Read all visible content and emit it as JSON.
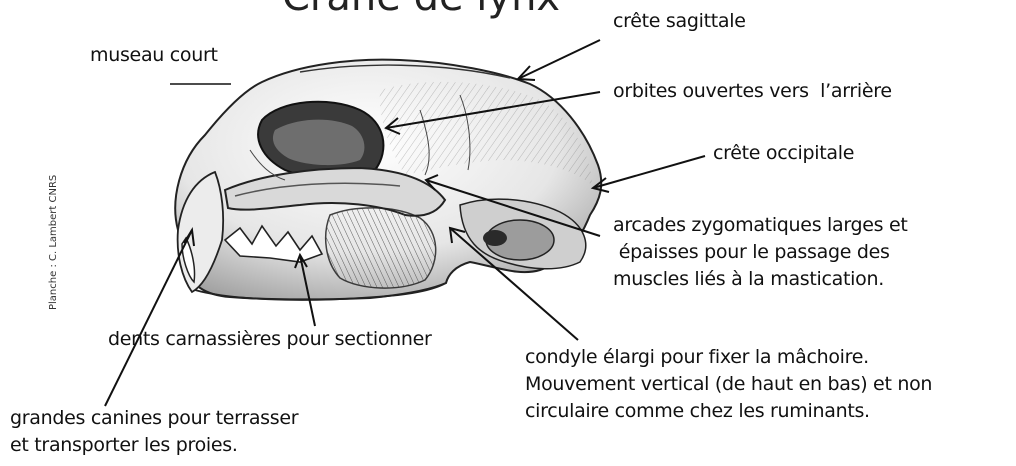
{
  "title": "Crâne de lynx",
  "credit": "Planche : C. Lambert CNRS",
  "labels": {
    "museau": "museau court",
    "crete_sagittale": "crête sagittale",
    "orbites": "orbites ouvertes vers  l’arrière",
    "crete_occipitale": "crête occipitale",
    "arcades": "arcades zygomatiques larges et\n épaisses pour le passage des\nmuscles liés à la mastication.",
    "dents": "dents carnassières pour sectionner",
    "condyle": "condyle élargi pour fixer la mâchoire.\nMouvement vertical (de haut en bas) et non\ncirculaire comme chez les ruminants.",
    "canines": "grandes canines pour terrasser\net transporter les proies."
  },
  "colors": {
    "ink": "#111111",
    "bone": "#f3f3f3",
    "shade": "#bdbdbd"
  }
}
